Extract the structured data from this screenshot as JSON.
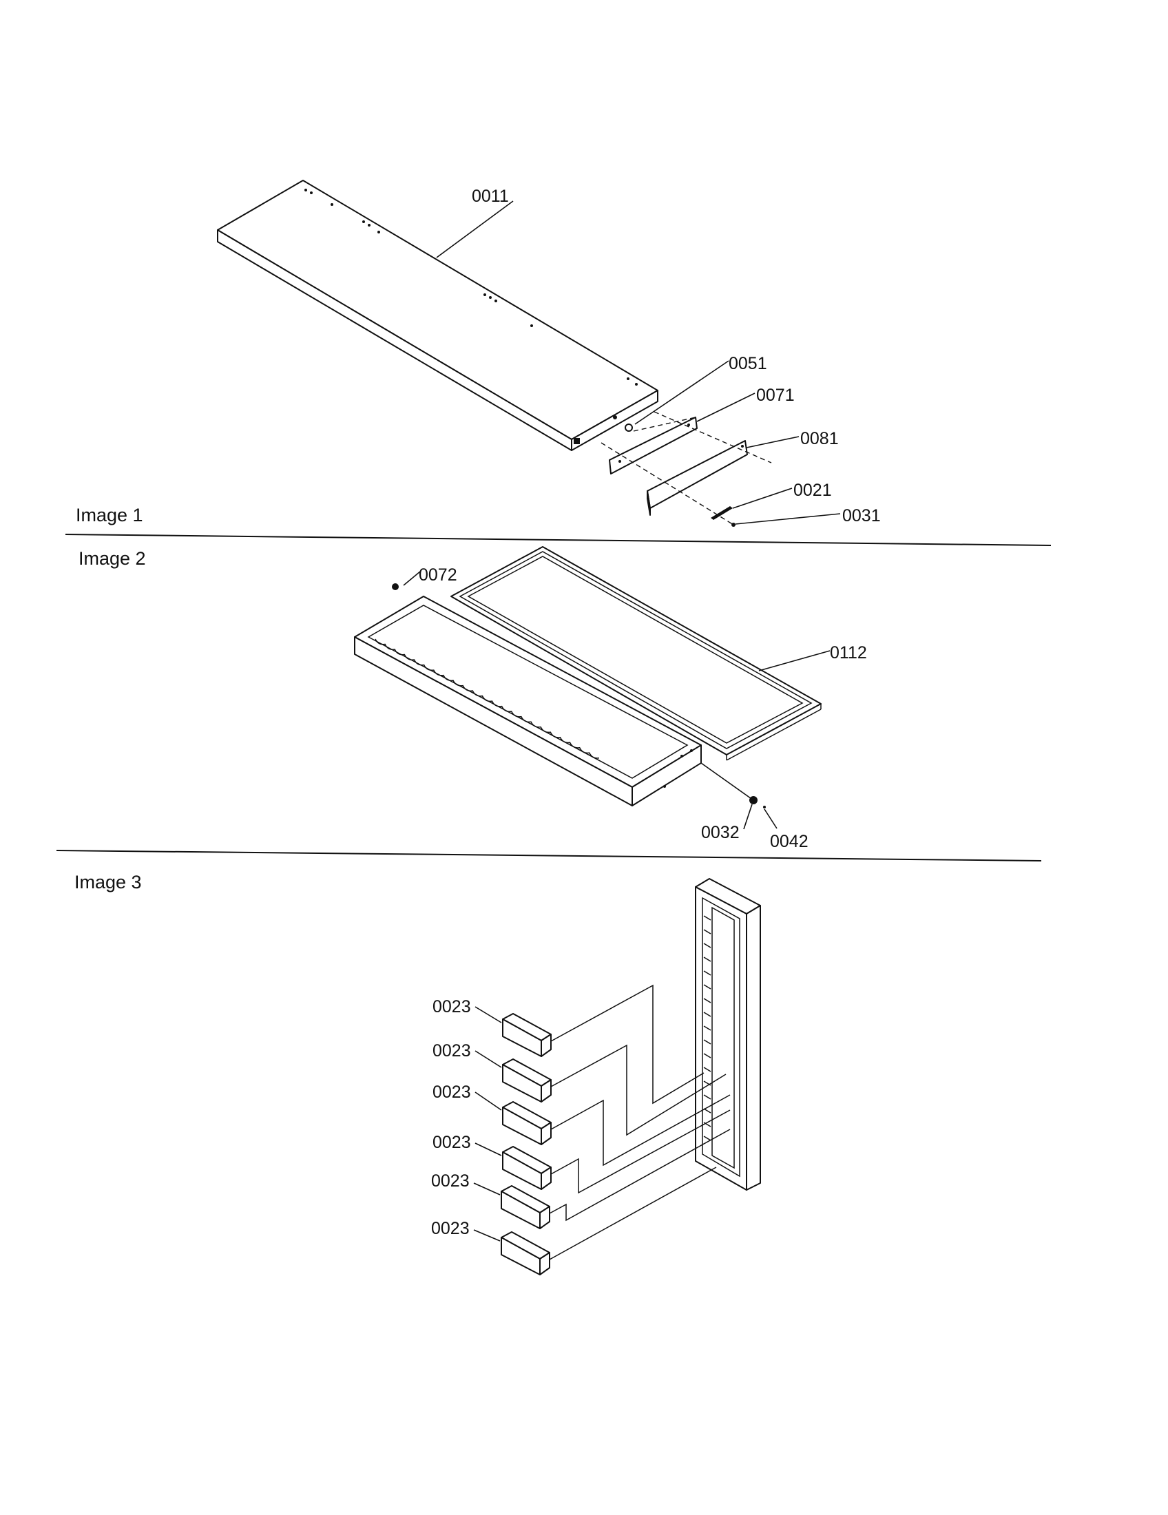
{
  "sections": [
    {
      "title": "Image 1"
    },
    {
      "title": "Image 2"
    },
    {
      "title": "Image 3"
    }
  ],
  "callouts": {
    "image1": [
      "0011",
      "0051",
      "0071",
      "0081",
      "0021",
      "0031"
    ],
    "image2": [
      "0072",
      "0112",
      "0032",
      "0042"
    ],
    "image3": [
      "0023",
      "0023",
      "0023",
      "0023",
      "0023",
      "0023"
    ]
  }
}
